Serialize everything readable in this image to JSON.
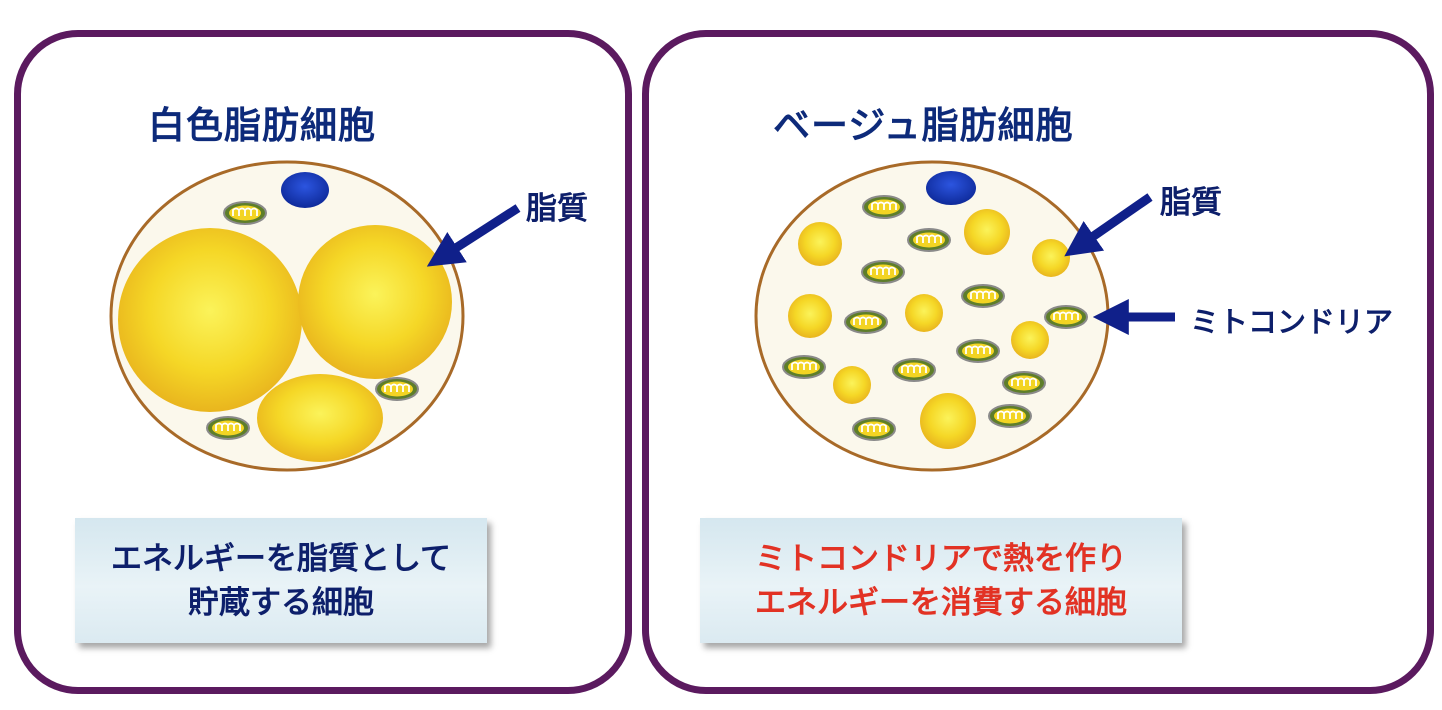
{
  "white_cell": {
    "title": "白色脂肪細胞",
    "lipid_label": "脂質",
    "caption_line1": "エネルギーを脂質として",
    "caption_line2": "貯蔵する細胞"
  },
  "beige_cell": {
    "title": "ベージュ脂肪細胞",
    "lipid_label": "脂質",
    "mito_label": "ミトコンドリア",
    "caption_line1": "ミトコンドリアで熱を作り",
    "caption_line2": "エネルギーを消費する細胞"
  },
  "colors": {
    "panel_border": "#5b1a5f",
    "title_text": "#0d2a7a",
    "caption_left_text": "#0d1f6b",
    "caption_right_text": "#e23224",
    "arrow": "#10208a",
    "lipid": "#f5d21e",
    "nucleus": "#1a3fbf",
    "mitochondria": "#6b8a2a",
    "cell_membrane": "#a86a28"
  }
}
